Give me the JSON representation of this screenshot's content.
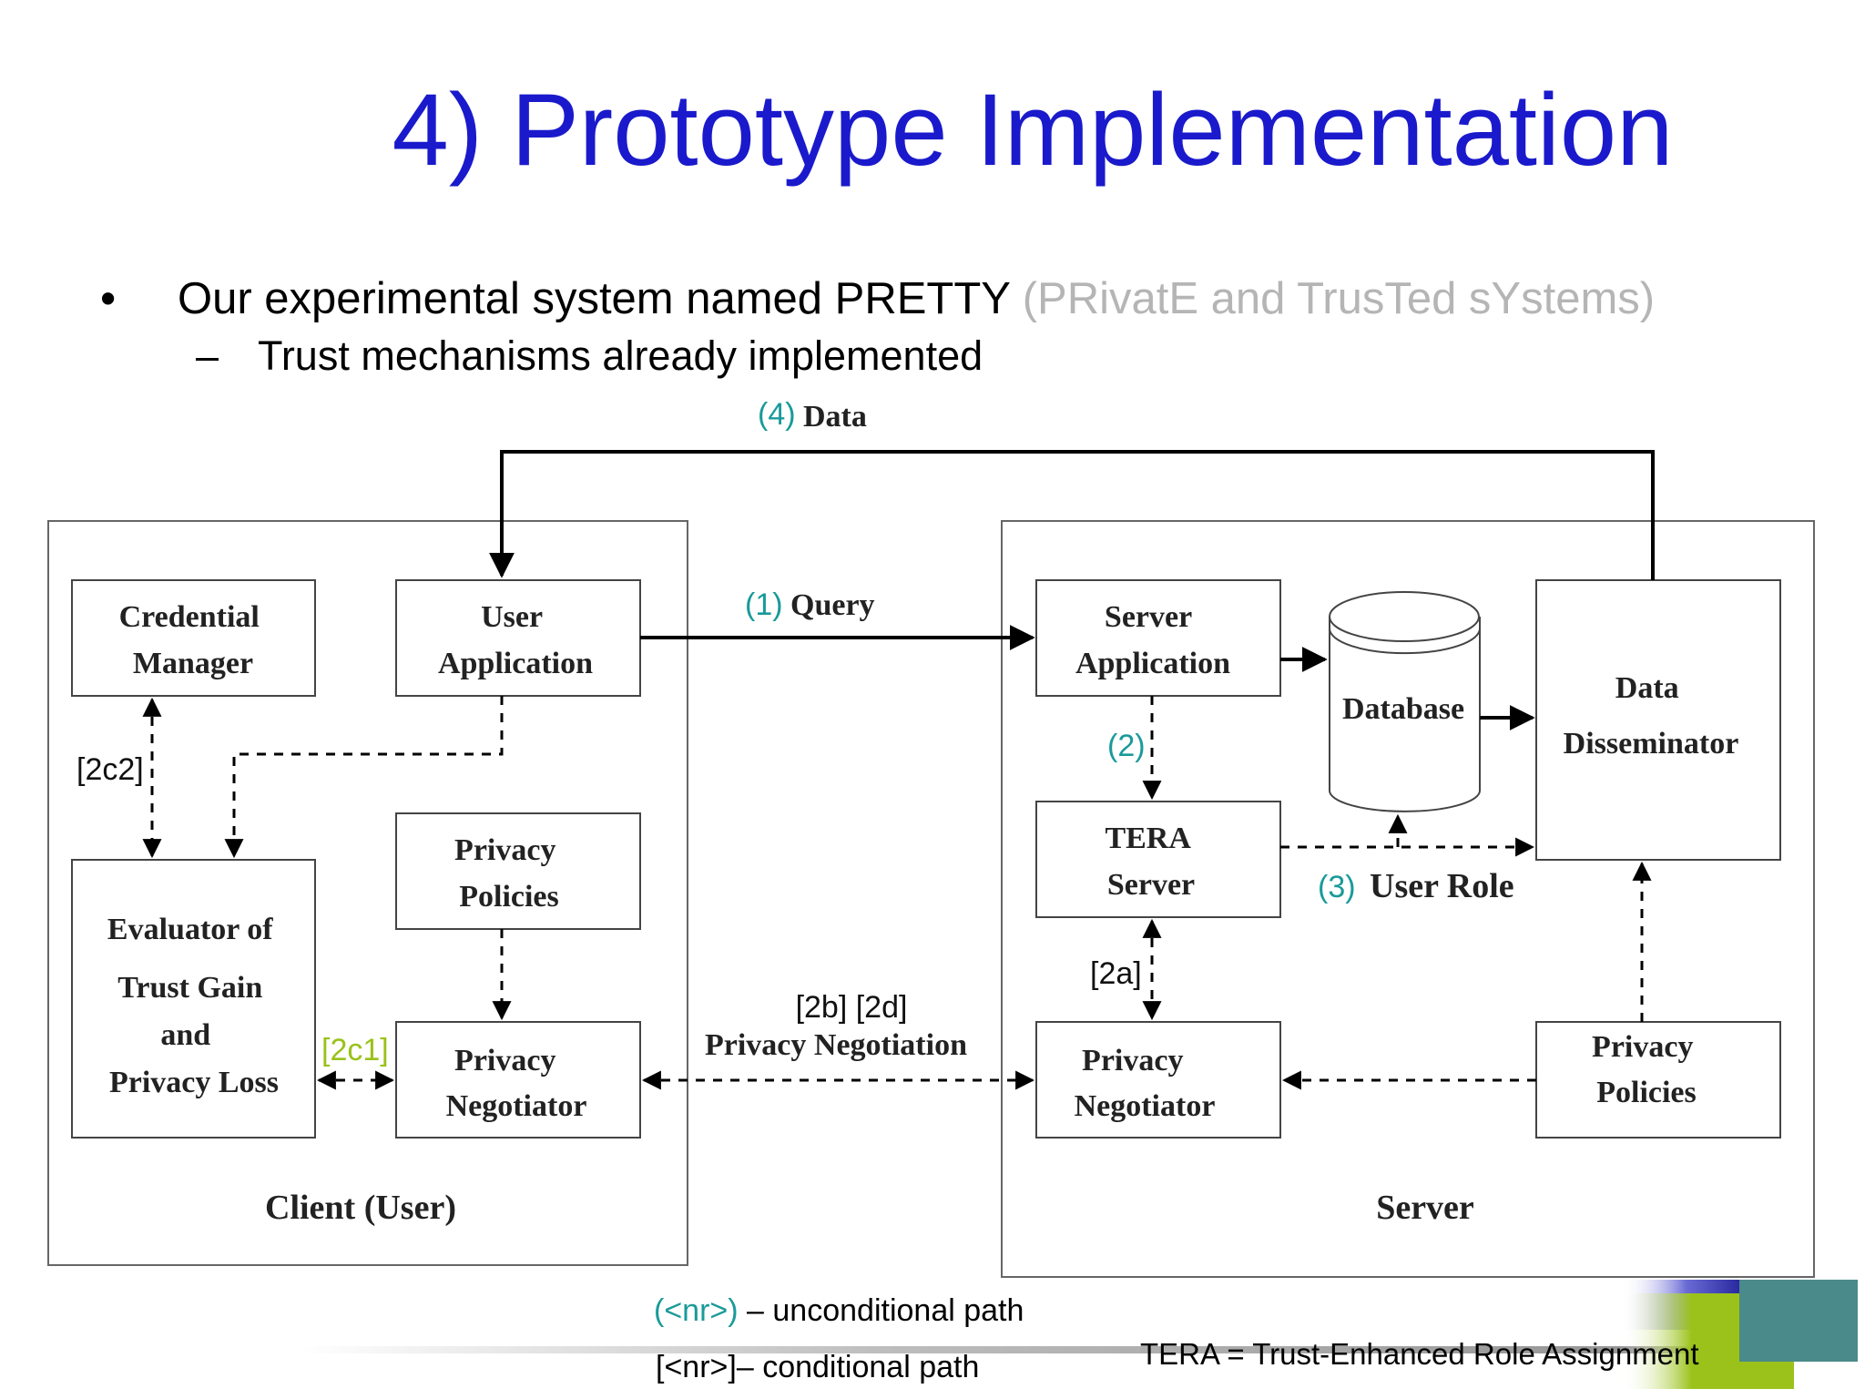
{
  "title": "4) Prototype Implementation",
  "bullet": {
    "symbol": "•",
    "main": "Our experimental system named PRETTY",
    "expansion": "(PRivatE and TrusTed sYstems)",
    "sub_dash": "–",
    "sub": "Trust mechanisms already implemented"
  },
  "diagram": {
    "client_region_label": "Client (User)",
    "server_region_label": "Server",
    "credential_manager": [
      "Credential",
      "Manager"
    ],
    "user_application": [
      "User",
      "Application"
    ],
    "evaluator": [
      "Evaluator of",
      "Trust Gain",
      "and",
      "Privacy Loss"
    ],
    "client_privacy_policies": [
      "Privacy",
      "Policies"
    ],
    "client_privacy_negotiator": [
      "Privacy",
      "Negotiator"
    ],
    "server_application": [
      "Server",
      "Application"
    ],
    "database": "Database",
    "data_disseminator": [
      "Data",
      "Disseminator"
    ],
    "tera_server": [
      "TERA",
      "Server"
    ],
    "server_privacy_negotiator": [
      "Privacy",
      "Negotiator"
    ],
    "server_privacy_policies": [
      "Privacy",
      "Policies"
    ],
    "path_data_num": "(4)",
    "path_data_text": "Data",
    "path_query_num": "(1)",
    "path_query_text": "Query",
    "path_2": "(2)",
    "path_3_num": "(3)",
    "path_3_text": "User Role",
    "path_2c2": "[2c2]",
    "path_2c1": "[2c1]",
    "path_2a": "[2a]",
    "path_2b2d": "[2b] [2d]",
    "privacy_negotiation": "Privacy Negotiation"
  },
  "legend": {
    "unconditional_key": "(<nr>)",
    "unconditional_text": " – unconditional path",
    "conditional": "[<nr>]– conditional path",
    "tera_def": "TERA = Trust-Enhanced Role Assignment"
  },
  "colors": {
    "title": "#1a1acc",
    "teal": "#1a9a9a",
    "green": "#9ac21a",
    "gray": "#b5b5b5"
  }
}
